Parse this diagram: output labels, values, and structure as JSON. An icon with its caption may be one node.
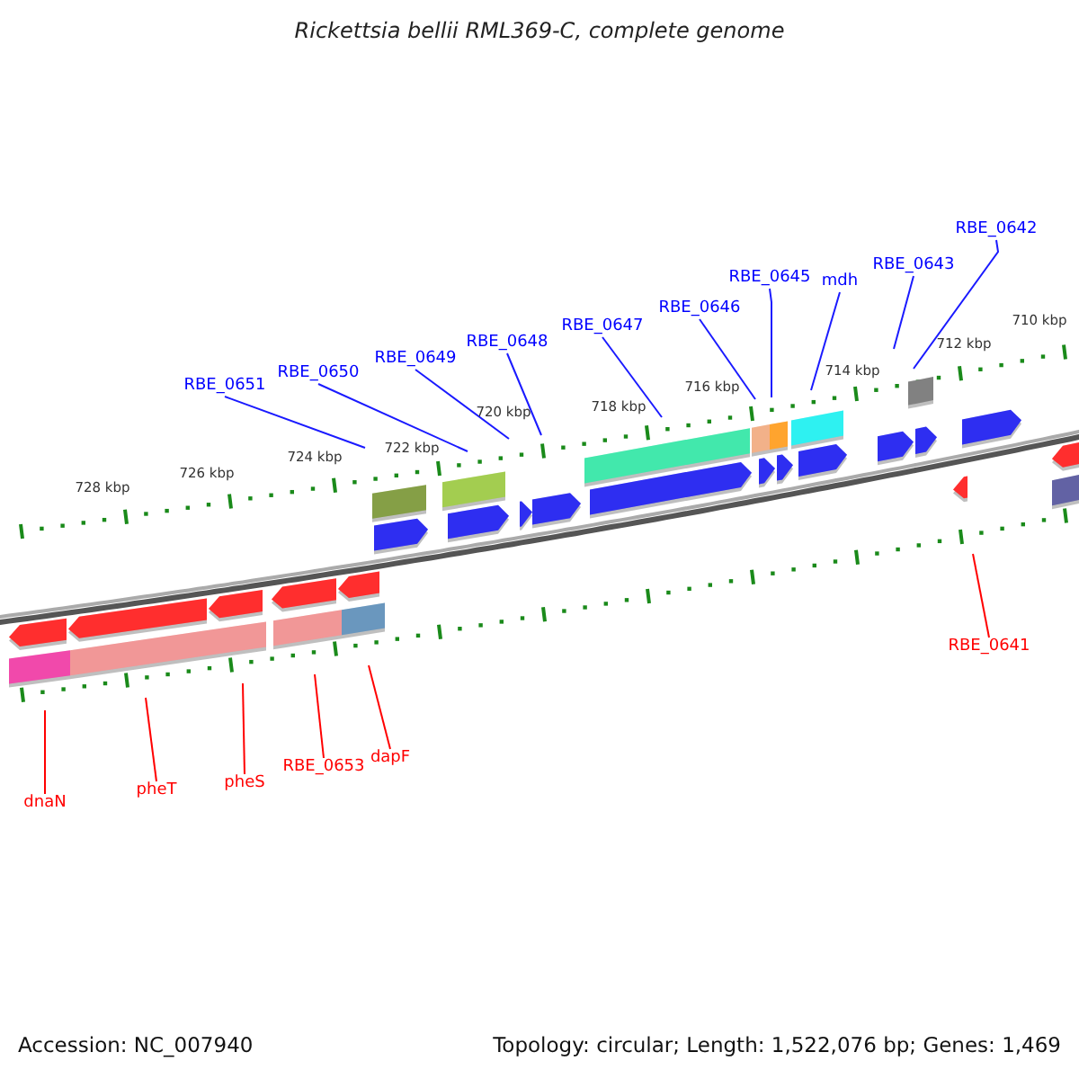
{
  "diagram": {
    "title": "Rickettsia bellii RML369-C, complete genome",
    "nodes": [
      {
        "text": [
          "RBE_0642"
        ]
      },
      {
        "text": [
          "RBE_0643"
        ]
      },
      {
        "text": [
          "RBE_0645"
        ]
      },
      {
        "text": [
          "mdh"
        ]
      },
      {
        "text": [
          "RBE_0646"
        ]
      },
      {
        "text": [
          "RBE_0647"
        ]
      },
      {
        "text": [
          "RBE_0648"
        ]
      },
      {
        "text": [
          "RBE_0649"
        ]
      },
      {
        "text": [
          "RBE_0650"
        ]
      },
      {
        "text": [
          "RBE_0651"
        ]
      },
      {
        "text": [
          "RBE_0641"
        ]
      },
      {
        "text": [
          "RBE_0653"
        ]
      },
      {
        "text": [
          "dapF"
        ]
      },
      {
        "text": [
          "pheS"
        ]
      },
      {
        "text": [
          "pheT"
        ]
      },
      {
        "text": [
          "dnaN"
        ]
      }
    ],
    "edges": [
      {
        "from": 0,
        "to": null,
        "arrow": "none"
      },
      {
        "from": 1,
        "to": null,
        "arrow": "none"
      },
      {
        "from": 2,
        "to": null,
        "arrow": "none"
      },
      {
        "from": 3,
        "to": null,
        "arrow": "none"
      },
      {
        "from": 4,
        "to": null,
        "arrow": "none"
      },
      {
        "from": 5,
        "to": null,
        "arrow": "none"
      },
      {
        "from": 6,
        "to": null,
        "arrow": "none"
      },
      {
        "from": 7,
        "to": null,
        "arrow": "none"
      },
      {
        "from": 8,
        "to": null,
        "arrow": "none"
      },
      {
        "from": 9,
        "to": null,
        "arrow": "none"
      },
      {
        "from": 10,
        "to": null,
        "arrow": "none",
        "color": "#ff0000"
      },
      {
        "from": 11,
        "to": null,
        "arrow": "none",
        "color": "#ff0000"
      },
      {
        "from": 12,
        "to": null,
        "arrow": "none",
        "color": "#ff0000"
      },
      {
        "from": 13,
        "to": null,
        "arrow": "none",
        "color": "#ff0000"
      },
      {
        "from": 14,
        "to": null,
        "arrow": "none",
        "color": "#ff0000"
      },
      {
        "from": 15,
        "to": null,
        "arrow": "none",
        "color": "#ff0000"
      }
    ],
    "labels": [
      "710 kbp",
      "712 kbp",
      "714 kbp",
      "716 kbp",
      "718 kbp",
      "720 kbp",
      "722 kbp",
      "724 kbp",
      "726 kbp",
      "728 kbp",
      "Accession: NC_007940",
      "Topology: circular; Length: 1,522,076 bp; Genes: 1,469"
    ]
  }
}
